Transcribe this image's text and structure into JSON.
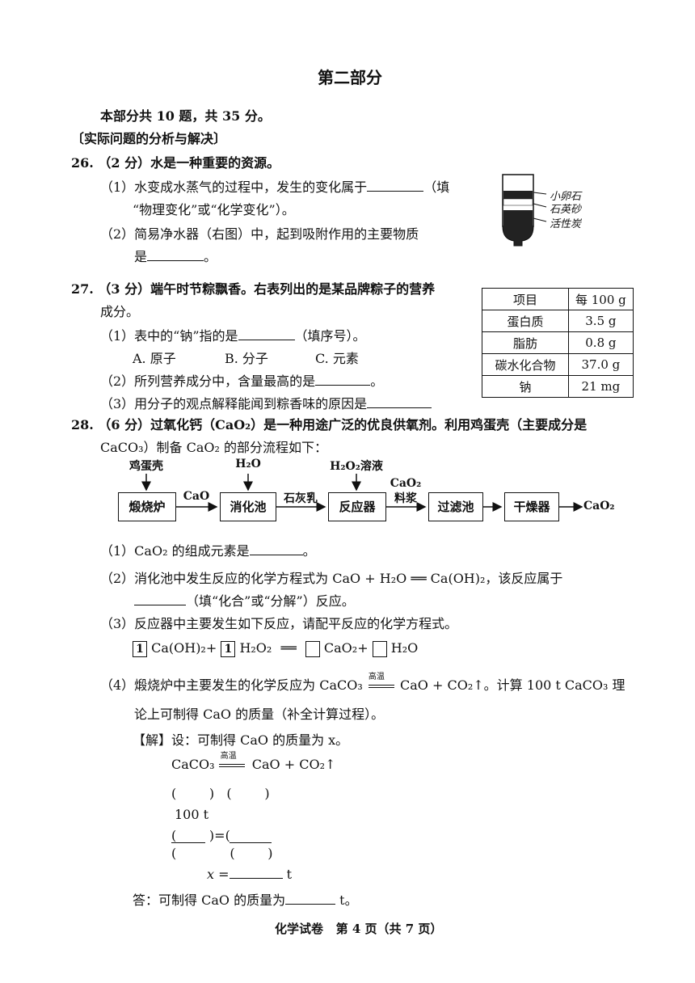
{
  "section_title": "第二部分",
  "intro": "本部分共 10 题，共 35 分。",
  "category": "〔实际问题的分析与解决〕",
  "q26": {
    "stem": "26. （2 分）水是一种重要的资源。",
    "p1a": "（1）水变成水蒸气的过程中，发生的变化属于",
    "p1b": "（填",
    "p1c": "“物理变化”或“化学变化”）。",
    "p2a": "（2）简易净水器（右图）中，起到吸附作用的主要物质",
    "p2b": "是",
    "p2c": "。",
    "filter_labels": [
      "小卵石",
      "石英砂",
      "活性炭"
    ]
  },
  "q27": {
    "stem1": "27. （3 分）端午时节粽飘香。右表列出的是某品牌粽子的营养",
    "stem2": "成分。",
    "p1": "（1）表中的“钠”指的是",
    "p1b": "（填序号）。",
    "options": [
      "A. 原子",
      "B. 分子",
      "C. 元素"
    ],
    "p2": "（2）所列营养成分中，含量最高的是",
    "p2b": "。",
    "p3": "（3）用分子的观点解释能闻到粽香味的原因是",
    "table": {
      "headers": [
        "项目",
        "每 100 g"
      ],
      "rows": [
        [
          "蛋白质",
          "3.5 g"
        ],
        [
          "脂肪",
          "0.8 g"
        ],
        [
          "碳水化合物",
          "37.0 g"
        ],
        [
          "钠",
          "21 mg"
        ]
      ]
    }
  },
  "q28": {
    "stem1": "28. （6 分）过氧化钙（CaO₂）是一种用途广泛的优良供氧剂。利用鸡蛋壳（主要成分是",
    "stem2": "CaCO₃）制备 CaO₂ 的部分流程如下：",
    "flow": {
      "inputs": [
        "鸡蛋壳",
        "H₂O",
        "H₂O₂溶液"
      ],
      "boxes": [
        "煅烧炉",
        "消化池",
        "反应器",
        "过滤池",
        "干燥器"
      ],
      "arrows": [
        "CaO",
        "石灰乳",
        "CaO₂",
        "料浆",
        "CaO₂"
      ]
    },
    "p1": "（1）CaO₂ 的组成元素是",
    "p1b": "。",
    "p2a": "（2）消化池中发生反应的化学方程式为 CaO + H₂O ══ Ca(OH)₂，该反应属于",
    "p2b": "（填“化合”或“分解”）反应。",
    "p3": "（3）反应器中主要发生如下反应，请配平反应的化学方程式。",
    "balance": {
      "c1": "1",
      "f1": "Ca(OH)₂+",
      "c2": "1",
      "f2": "H₂O₂",
      "eq": "══",
      "f3": "CaO₂+",
      "f4": "H₂O"
    },
    "p4a": "（4）煅烧炉中主要发生的化学反应为 CaCO₃",
    "cond": "高温",
    "p4b": "CaO + CO₂↑。计算 100 t CaCO₃ 理",
    "p4c": "论上可制得 CaO 的质量（补全计算过程）。",
    "sol": "【解】设：可制得 CaO 的质量为 x。",
    "eq_left": "CaCO₃",
    "eq_right": "CaO + CO₂↑",
    "paren_row": "(        )   (        )",
    "mass": "100 t",
    "frac_top": "(        )=(",
    "frac_bottom": "(             (        )",
    "x_eq": "x =",
    "x_unit": "t",
    "answer_a": "答：可制得 CaO 的质量为",
    "answer_b": "t。"
  },
  "footer": "化学试卷   第 4 页（共 7 页）"
}
